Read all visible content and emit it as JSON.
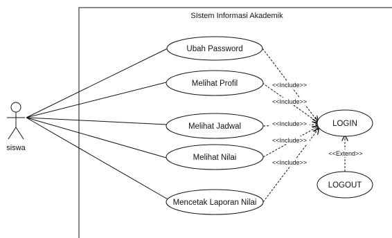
{
  "system": {
    "title": "SIstem Informasi Akademik"
  },
  "actor": {
    "label": "siswa"
  },
  "use_cases": [
    {
      "id": "ubah-password",
      "label": "Ubah Password"
    },
    {
      "id": "melihat-profil",
      "label": "Melihat Profil"
    },
    {
      "id": "melihat-jadwal",
      "label": "Melihat Jadwal"
    },
    {
      "id": "melihat-nilai",
      "label": "Melihat Nilai"
    },
    {
      "id": "mencetak-laporan-nilai",
      "label": "Mencetak Laporan Nilai"
    },
    {
      "id": "login",
      "label": "LOGIN"
    },
    {
      "id": "logout",
      "label": "LOGOUT"
    }
  ],
  "relations": {
    "include_label": "<<Include>>",
    "extend_label": "<<Extend>>"
  },
  "colors": {
    "stroke": "#111111",
    "background": "#ffffff"
  }
}
